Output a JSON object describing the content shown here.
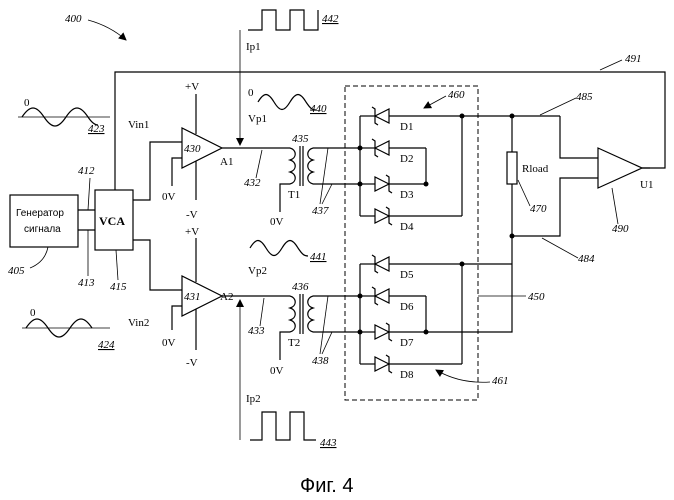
{
  "figure": {
    "caption": "Фиг. 4",
    "refs": {
      "r400": "400",
      "r405": "405",
      "r412": "412",
      "r413": "413",
      "r415": "415",
      "r423": "423",
      "r424": "424",
      "r430": "430",
      "r431": "431",
      "r432": "432",
      "r433": "433",
      "r435": "435",
      "r436": "436",
      "r437": "437",
      "r438": "438",
      "r440": "440",
      "r441": "441",
      "r442": "442",
      "r443": "443",
      "r450": "450",
      "r460": "460",
      "r461": "461",
      "r470": "470",
      "r484": "484",
      "r485": "485",
      "r490": "490",
      "r491": "491"
    },
    "labels": {
      "generator_line1": "Генератор",
      "generator_line2": "сигнала",
      "vca": "VCA",
      "vin1": "Vin1",
      "vin2": "Vin2",
      "vp1": "Vp1",
      "vp2": "Vp2",
      "ip1": "Ip1",
      "ip2": "Ip2",
      "a1": "A1",
      "a2": "A2",
      "t1": "T1",
      "t2": "T2",
      "u1": "U1",
      "rload": "Rload",
      "zero": "0",
      "zero_v": "0V",
      "plus_v": "+V",
      "minus_v": "-V",
      "diodes": [
        "D1",
        "D2",
        "D3",
        "D4",
        "D5",
        "D6",
        "D7",
        "D8"
      ]
    }
  }
}
